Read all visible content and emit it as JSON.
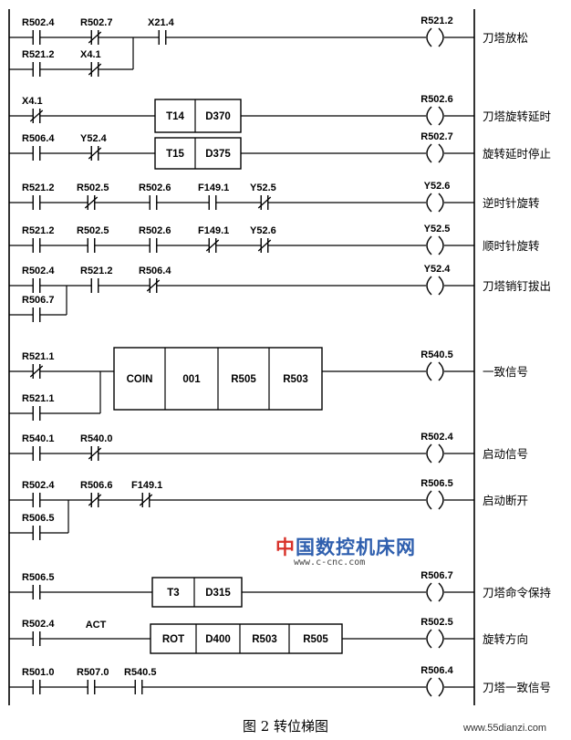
{
  "rungs": [
    {
      "coil": "R521.2",
      "desc": "刀塔放松",
      "elements": [
        {
          "kind": "contact",
          "nc": false,
          "label": "R502.4"
        },
        {
          "kind": "contact",
          "nc": true,
          "label": "R502.7"
        },
        {
          "kind": "contact",
          "nc": false,
          "label": "X21.4"
        }
      ],
      "branches": [
        {
          "from": 0,
          "to": 1,
          "items": [
            {
              "kind": "contact",
              "nc": false,
              "label": "R521.2"
            },
            {
              "kind": "contact",
              "nc": true,
              "label": "X4.1"
            }
          ]
        }
      ]
    },
    {
      "coil": "R502.6",
      "desc": "刀塔旋转延时",
      "elements": [
        {
          "kind": "contact",
          "nc": true,
          "label": "X4.1"
        },
        {
          "kind": "box",
          "cells": [
            "T14",
            "D370"
          ]
        }
      ]
    },
    {
      "coil": "R502.7",
      "desc": "旋转延时停止",
      "elements": [
        {
          "kind": "contact",
          "nc": false,
          "label": "R506.4"
        },
        {
          "kind": "contact",
          "nc": true,
          "label": "Y52.4"
        },
        {
          "kind": "box",
          "cells": [
            "T15",
            "D375"
          ]
        }
      ]
    },
    {
      "coil": "Y52.6",
      "desc": "逆时针旋转",
      "elements": [
        {
          "kind": "contact",
          "nc": false,
          "label": "R521.2"
        },
        {
          "kind": "contact",
          "nc": true,
          "label": "R502.5"
        },
        {
          "kind": "contact",
          "nc": false,
          "label": "R502.6"
        },
        {
          "kind": "contact",
          "nc": false,
          "label": "F149.1"
        },
        {
          "kind": "contact",
          "nc": true,
          "label": "Y52.5"
        }
      ]
    },
    {
      "coil": "Y52.5",
      "desc": "顺时针旋转",
      "elements": [
        {
          "kind": "contact",
          "nc": false,
          "label": "R521.2"
        },
        {
          "kind": "contact",
          "nc": false,
          "label": "R502.5"
        },
        {
          "kind": "contact",
          "nc": false,
          "label": "R502.6"
        },
        {
          "kind": "contact",
          "nc": true,
          "label": "F149.1"
        },
        {
          "kind": "contact",
          "nc": true,
          "label": "Y52.6"
        }
      ]
    },
    {
      "coil": "Y52.4",
      "desc": "刀塔销钉拔出",
      "elements": [
        {
          "kind": "contact",
          "nc": false,
          "label": "R502.4"
        },
        {
          "kind": "contact",
          "nc": false,
          "label": "R521.2"
        },
        {
          "kind": "contact",
          "nc": true,
          "label": "R506.4"
        }
      ],
      "branches": [
        {
          "from": 0,
          "to": 0,
          "items": [
            {
              "kind": "contact",
              "nc": false,
              "label": "R506.7"
            }
          ]
        }
      ]
    },
    {
      "coil": "R540.5",
      "desc": "一致信号",
      "elements": [
        {
          "kind": "contact",
          "nc": true,
          "label": "R521.1"
        },
        {
          "kind": "box",
          "cells": [
            "COIN",
            "001",
            "R505",
            "R503"
          ]
        }
      ],
      "branches": [
        {
          "from": 0,
          "to": 0,
          "items": [
            {
              "kind": "contact",
              "nc": false,
              "label": "R521.1"
            }
          ]
        }
      ]
    },
    {
      "coil": "R502.4",
      "desc": "启动信号",
      "elements": [
        {
          "kind": "contact",
          "nc": false,
          "label": "R540.1"
        },
        {
          "kind": "contact",
          "nc": true,
          "label": "R540.0"
        }
      ]
    },
    {
      "coil": "R506.5",
      "desc": "启动断开",
      "elements": [
        {
          "kind": "contact",
          "nc": false,
          "label": "R502.4"
        },
        {
          "kind": "contact",
          "nc": true,
          "label": "R506.6"
        },
        {
          "kind": "contact",
          "nc": true,
          "label": "F149.1"
        }
      ],
      "branches": [
        {
          "from": 0,
          "to": 0,
          "items": [
            {
              "kind": "contact",
              "nc": false,
              "label": "R506.5"
            }
          ]
        }
      ]
    },
    {
      "coil": "R506.7",
      "desc": "刀塔命令保持",
      "elements": [
        {
          "kind": "contact",
          "nc": false,
          "label": "R506.5"
        },
        {
          "kind": "box",
          "cells": [
            "T3",
            "D315"
          ]
        }
      ]
    },
    {
      "coil": "R502.5",
      "desc": "旋转方向",
      "elements": [
        {
          "kind": "contact",
          "nc": false,
          "label": "R502.4"
        },
        {
          "kind": "text",
          "label": "ACT"
        },
        {
          "kind": "box",
          "cells": [
            "ROT",
            "D400",
            "R503",
            "R505"
          ]
        }
      ]
    },
    {
      "coil": "R506.4",
      "desc": "刀塔一致信号",
      "elements": [
        {
          "kind": "contact",
          "nc": false,
          "label": "R501.0"
        },
        {
          "kind": "contact",
          "nc": false,
          "label": "R507.0"
        },
        {
          "kind": "contact",
          "nc": false,
          "label": "R540.5"
        }
      ]
    }
  ],
  "caption": "图 2    转位梯图",
  "watermark": {
    "brand_first": "中",
    "brand_rest": "国数控机床网",
    "url": "www.c-cnc.com"
  },
  "site": "www.55dianzi.com"
}
